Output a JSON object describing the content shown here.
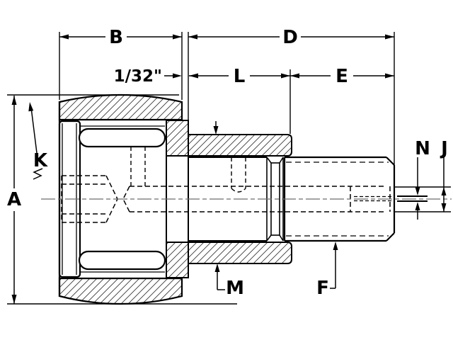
{
  "drawing": {
    "type": "stud-cam-follower-cross-section",
    "dimension_labels": {
      "A": "A",
      "B": "B",
      "D": "D",
      "E": "E",
      "F": "F",
      "J": "J",
      "K": "K",
      "L": "L",
      "M": "M",
      "N": "N",
      "flange_projection": "1/32\""
    },
    "colors": {
      "line": "#000000",
      "background": "#ffffff",
      "hatch": "#3a3a3a",
      "centerline": "#6e6e6e"
    }
  }
}
